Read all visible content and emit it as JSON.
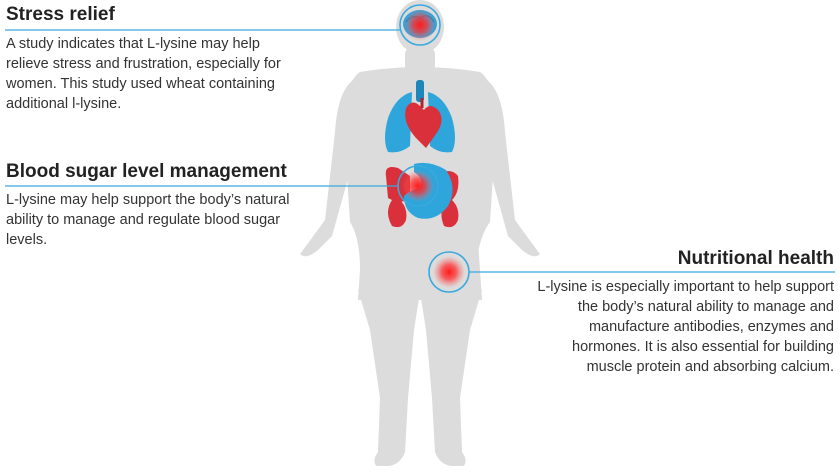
{
  "callouts": {
    "stress": {
      "title": "Stress relief",
      "body": "A study indicates that L-lysine may help relieve stress and frustration, especially for women. This study used wheat containing additional l-lysine."
    },
    "blood_sugar": {
      "title": "Blood sugar level management",
      "body": "L-lysine may help support the body’s natural ability to manage and regulate blood sugar levels."
    },
    "nutritional": {
      "title": "Nutritional health",
      "body": "L-lysine is especially important to help support the body’s natural ability to manage and manufacture antibodies, enzymes and hormones. It is also essential for building muscle protein and absorbing calcium."
    }
  },
  "colors": {
    "body": "#dcdcdc",
    "organ_blue": "#2ea6dc",
    "organ_red": "#d9303b",
    "hotspot": "#ff1a1a",
    "leader_line": "#3aa9dc"
  },
  "icons": [
    "human-body-silhouette",
    "brain-icon",
    "lungs-icon",
    "heart-icon",
    "stomach-icon",
    "kidneys-icon",
    "hotspot-glow"
  ]
}
